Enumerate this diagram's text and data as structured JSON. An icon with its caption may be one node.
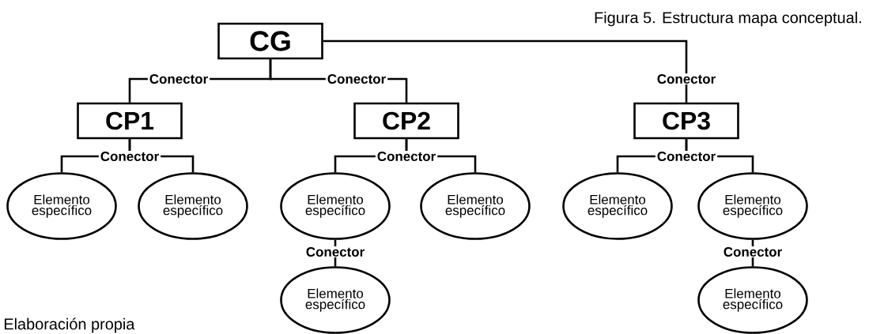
{
  "diagram": {
    "title": "Figura 5. Estructura mapa conceptual.",
    "nodes": [
      {
        "text": [
          "CG"
        ]
      },
      {
        "text": [
          "CP1"
        ]
      },
      {
        "text": [
          "CP2"
        ]
      },
      {
        "text": [
          "CP3"
        ]
      },
      {
        "text": [
          "Elemento específico"
        ]
      },
      {
        "text": [
          "Elemento específico"
        ]
      },
      {
        "text": [
          "Elemento específico"
        ]
      },
      {
        "text": [
          "Elemento específico"
        ]
      },
      {
        "text": [
          "Elemento específico"
        ]
      },
      {
        "text": [
          "Elemento específico"
        ]
      },
      {
        "text": [
          "Elemento específico"
        ]
      },
      {
        "text": [
          "Elemento específico"
        ]
      }
    ],
    "edges": [
      {
        "from": 0,
        "to": 1,
        "arrow": "none",
        "label": "Conector"
      },
      {
        "from": 0,
        "to": 2,
        "arrow": "none",
        "label": "Conector"
      },
      {
        "from": 0,
        "to": 3,
        "arrow": "none",
        "label": "Conector"
      },
      {
        "from": 1,
        "to": 4,
        "arrow": "none",
        "label": "Conector"
      },
      {
        "from": 1,
        "to": 5,
        "arrow": "none"
      },
      {
        "from": 2,
        "to": 6,
        "arrow": "none",
        "label": "Conector"
      },
      {
        "from": 2,
        "to": 7,
        "arrow": "none"
      },
      {
        "from": 3,
        "to": 8,
        "arrow": "none",
        "label": "Conector"
      },
      {
        "from": 3,
        "to": 9,
        "arrow": "none"
      },
      {
        "from": 6,
        "to": 10,
        "arrow": "none",
        "label": "Conector"
      },
      {
        "from": 9,
        "to": 11,
        "arrow": "none",
        "label": "Conector"
      }
    ],
    "labels": [
      "Elaboración propia"
    ]
  }
}
